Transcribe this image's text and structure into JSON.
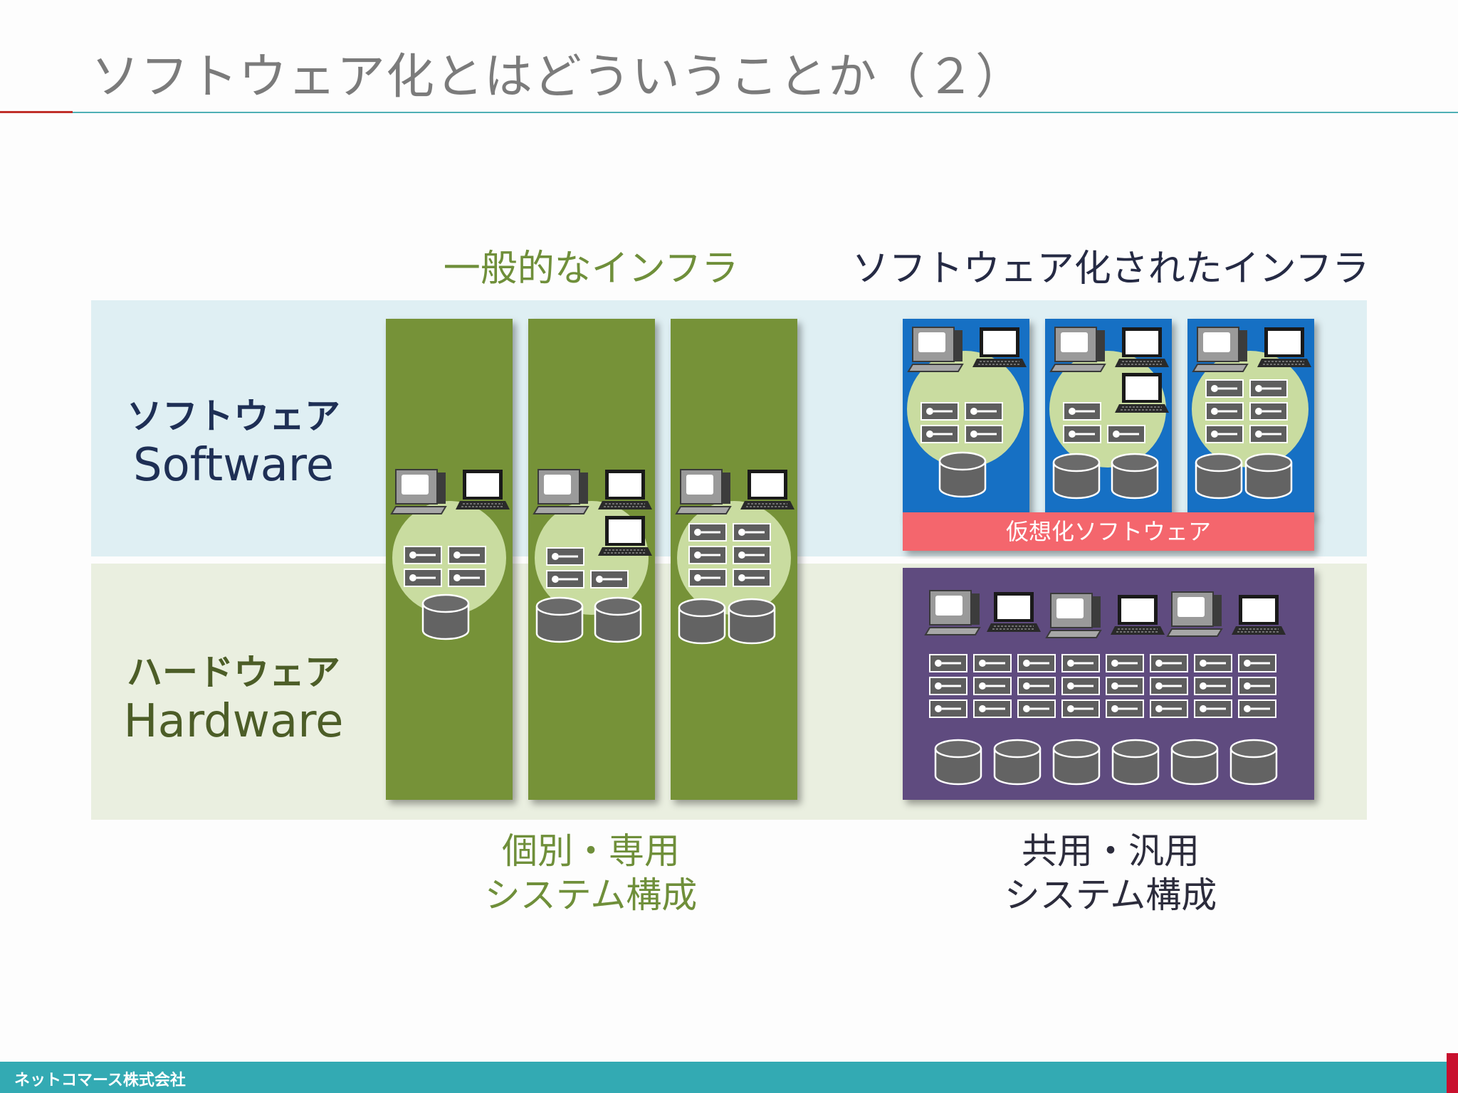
{
  "title": "ソフトウェア化とはどういうことか（２）",
  "columns": {
    "left_heading": "一般的なインフラ",
    "right_heading": "ソフトウェア化されたインフラ"
  },
  "rows": {
    "software": {
      "ja": "ソフトウェア",
      "en": "Software"
    },
    "hardware": {
      "ja": "ハードウェア",
      "en": "Hardware"
    }
  },
  "virtualization_layer": "仮想化ソフトウェア",
  "captions": {
    "left_line1": "個別・専用",
    "left_line2": "システム構成",
    "right_line1": "共用・汎用",
    "right_line2": "システム構成"
  },
  "footer": {
    "company": "ネットコマース株式会社"
  },
  "icons": [
    "desktop-computer-icon",
    "laptop-icon",
    "server-unit-icon",
    "storage-drum-icon"
  ],
  "colors": {
    "dedicated_rack": "#769238",
    "virtual_machine": "#1470c4",
    "shared_hardware": "#5f4b7f",
    "virtualization_bar": "#f4666d",
    "software_band": "#dfeff3",
    "hardware_band": "#eaefe0"
  }
}
